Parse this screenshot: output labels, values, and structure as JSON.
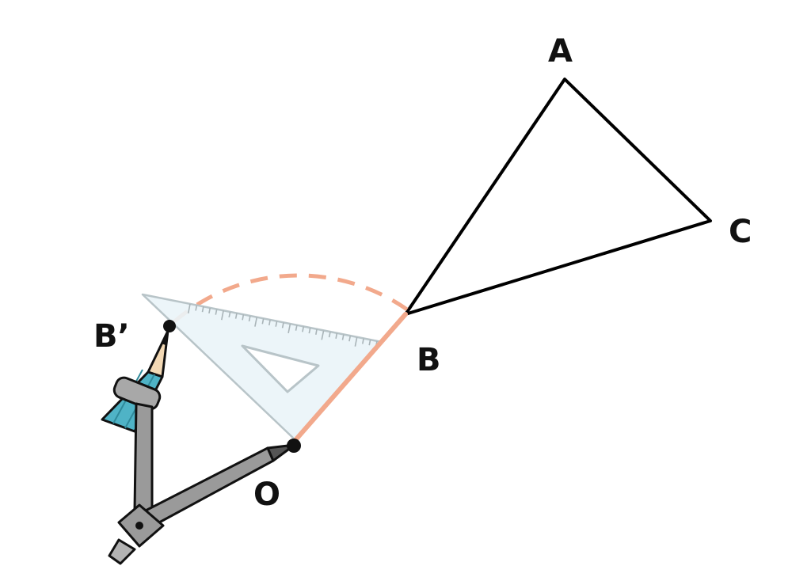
{
  "points": {
    "A": "A",
    "B": "B",
    "C": "C",
    "B_prime": "B’",
    "O": "O"
  },
  "colors": {
    "triangle_stroke": "#000000",
    "arc_dash": "#f2a98c",
    "segment_OB": "#f2a98c",
    "set_square_fill": "#eaf4f8",
    "set_square_edge": "#b8c4c8",
    "pencil_blue": "#4fb3c6",
    "compass_grey": "#9a9a9a",
    "ink": "#111111"
  },
  "icons": [
    "set-square-icon",
    "compass-icon",
    "pencil-icon"
  ]
}
